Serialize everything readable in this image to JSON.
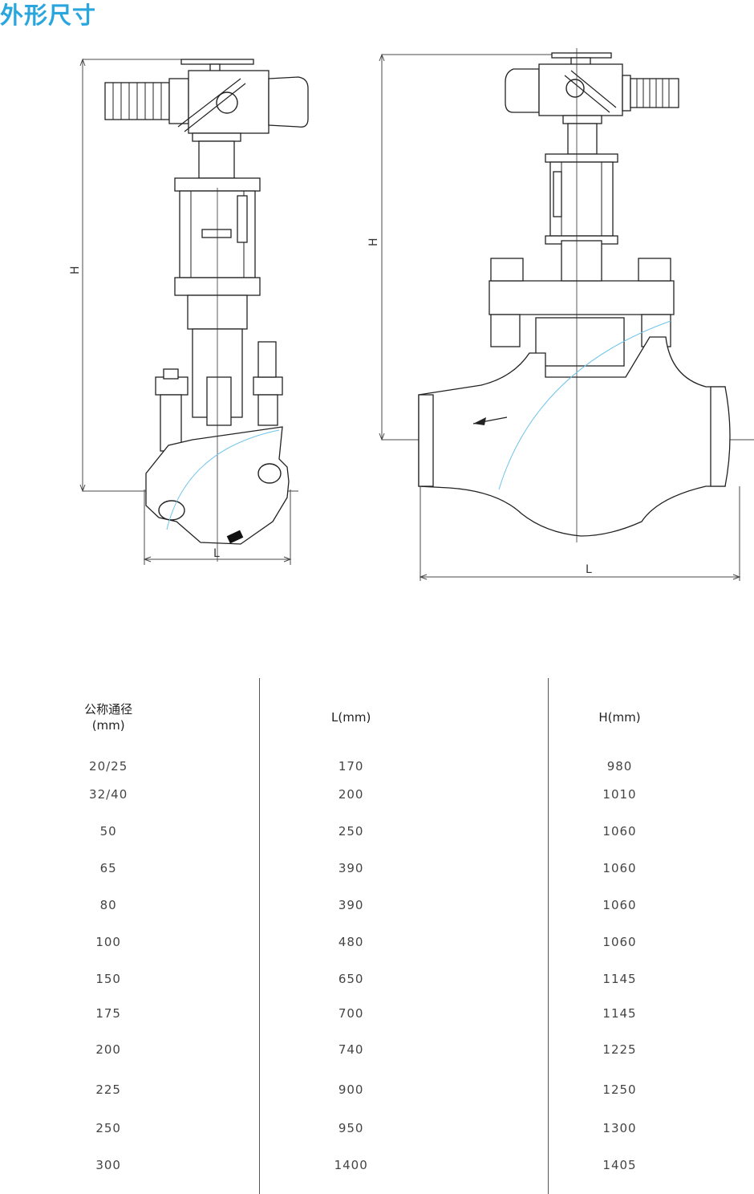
{
  "title": "外形尺寸",
  "drawing": {
    "left_view": {
      "height_label": "H",
      "length_label": "L"
    },
    "right_view": {
      "height_label": "H",
      "length_label": "L"
    }
  },
  "table": {
    "headers": {
      "dn": "公称通径\n(mm)",
      "l": "L(mm)",
      "h": "H(mm)"
    },
    "rows": [
      {
        "dn": "20/25",
        "l": "170",
        "h": "980"
      },
      {
        "dn": "32/40",
        "l": "200",
        "h": "1010"
      },
      {
        "dn": "50",
        "l": "250",
        "h": "1060"
      },
      {
        "dn": "65",
        "l": "390",
        "h": "1060"
      },
      {
        "dn": "80",
        "l": "390",
        "h": "1060"
      },
      {
        "dn": "100",
        "l": "480",
        "h": "1060"
      },
      {
        "dn": "150",
        "l": "650",
        "h": "1145"
      },
      {
        "dn": "175",
        "l": "700",
        "h": "1145"
      },
      {
        "dn": "200",
        "l": "740",
        "h": "1225"
      },
      {
        "dn": "225",
        "l": "900",
        "h": "1250"
      },
      {
        "dn": "250",
        "l": "950",
        "h": "1300"
      },
      {
        "dn": "300",
        "l": "1400",
        "h": "1405"
      }
    ]
  },
  "colors": {
    "title": "#2aa6df",
    "centerline_arc": "#6ec3ea",
    "lines": "#222222"
  }
}
